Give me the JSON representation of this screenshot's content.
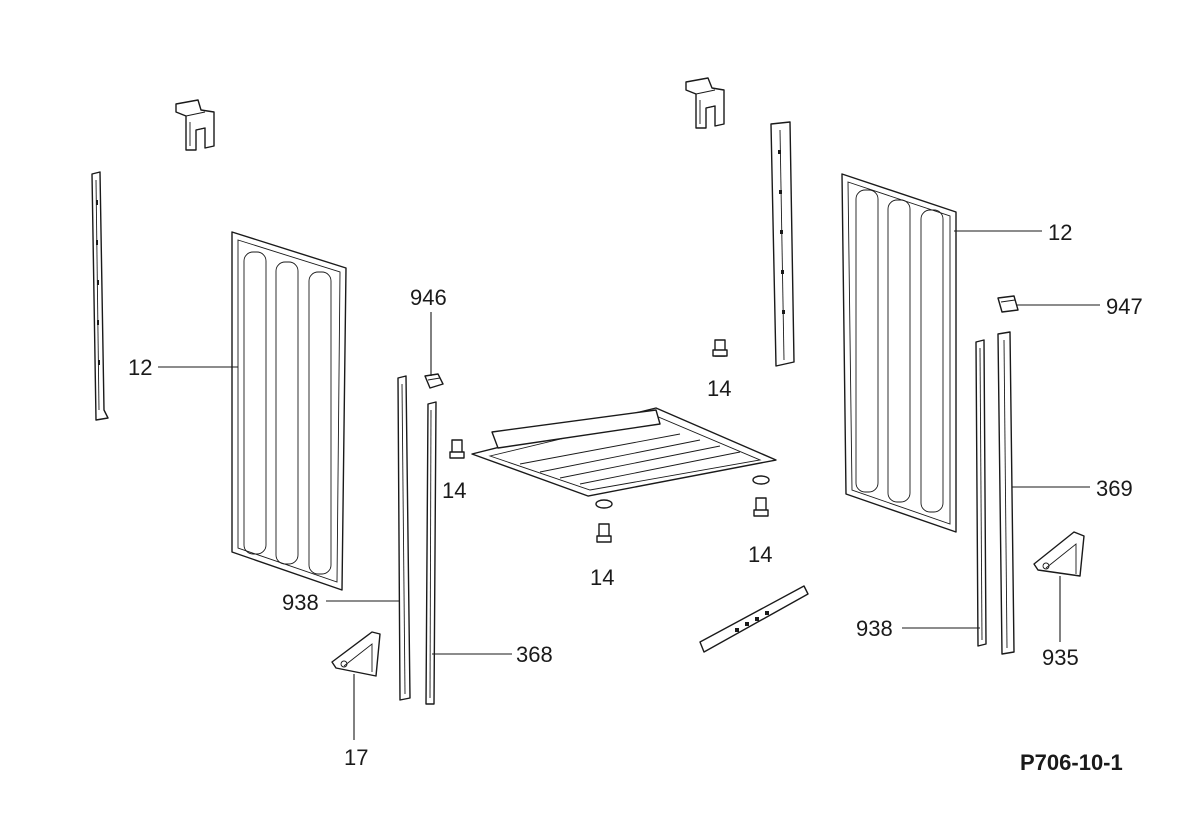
{
  "figure_code": "P706-10-1",
  "labels": {
    "left_side_panel": "12",
    "right_side_panel": "12",
    "bracket_left": "946",
    "bracket_right": "947",
    "foot_center_top": "14",
    "foot_left": "14",
    "foot_center_bottom": "14",
    "foot_right": "14",
    "rail_left_outer": "938",
    "rail_left_inner": "368",
    "rail_right_outer": "938",
    "rail_right_inner": "369",
    "corner_bracket_left": "17",
    "corner_bracket_right": "935"
  }
}
